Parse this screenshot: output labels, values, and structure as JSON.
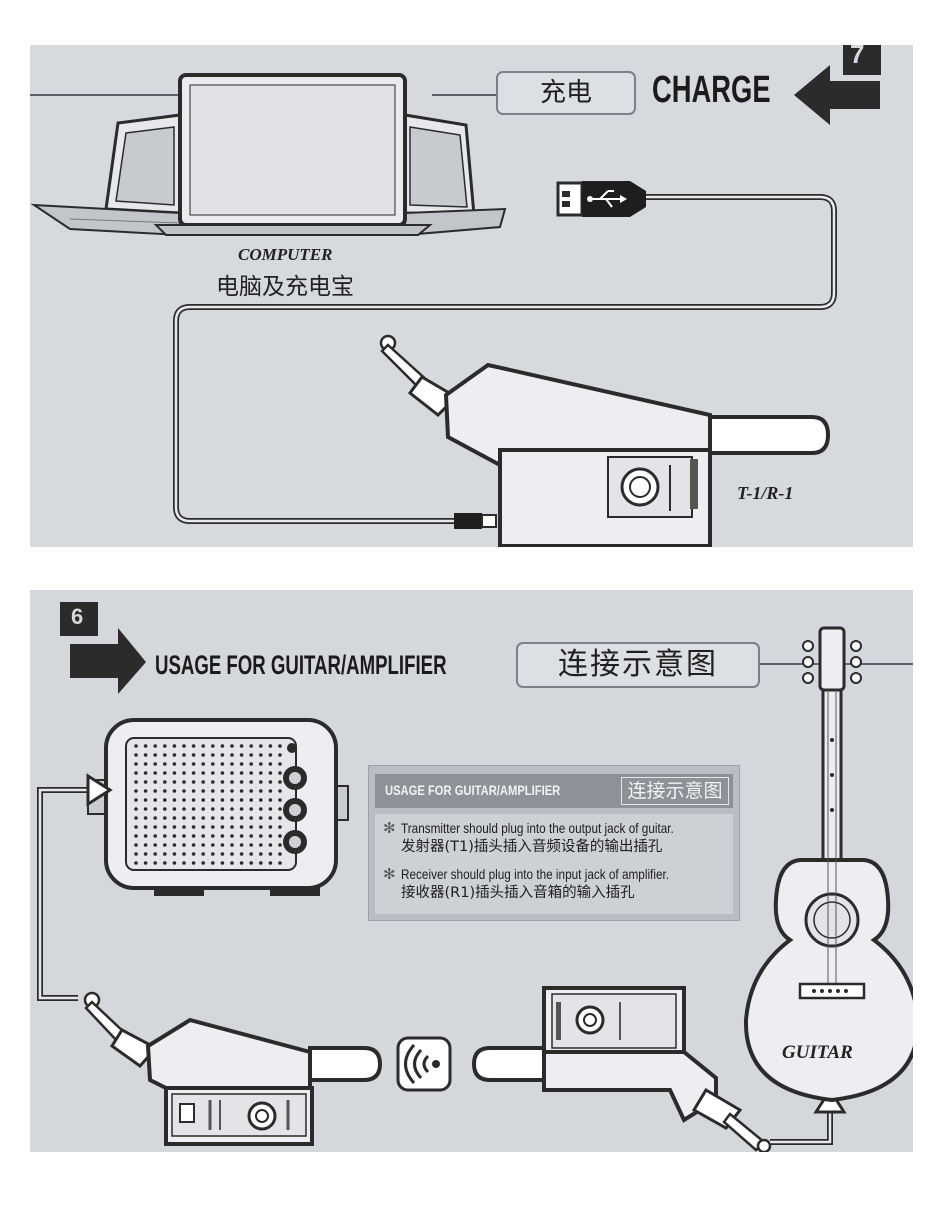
{
  "charge_panel": {
    "step_number": "7",
    "heading_cn": "充电",
    "heading_en": "CHARGE",
    "computer_label_en": "COMPUTER",
    "computer_label_cn": "电脑及充电宝",
    "device_label": "T-1/R-1",
    "usb_icon": "usb-icon"
  },
  "usage_panel": {
    "step_number": "6",
    "heading_en": "USAGE FOR GUITAR/AMPLIFIER",
    "heading_cn": "连接示意图",
    "guitar_label": "GUITAR",
    "wireless_icon": "wireless-signal-icon",
    "info_box": {
      "header_en": "USAGE FOR GUITAR/AMPLIFIER",
      "header_cn": "连接示意图",
      "notes": [
        {
          "bullet": "✻",
          "en": "Transmitter should plug into the output jack of guitar.",
          "cn": "发射器(T1)插头插入音频设备的输出插孔"
        },
        {
          "bullet": "✻",
          "en": "Receiver should plug into the input jack of amplifier.",
          "cn": "接收器(R1)插头插入音箱的输入插孔"
        }
      ]
    }
  },
  "colors": {
    "panel_background": "#d6d9de",
    "line_art": "#2b2b2b",
    "header_bar": "#8d9198"
  }
}
